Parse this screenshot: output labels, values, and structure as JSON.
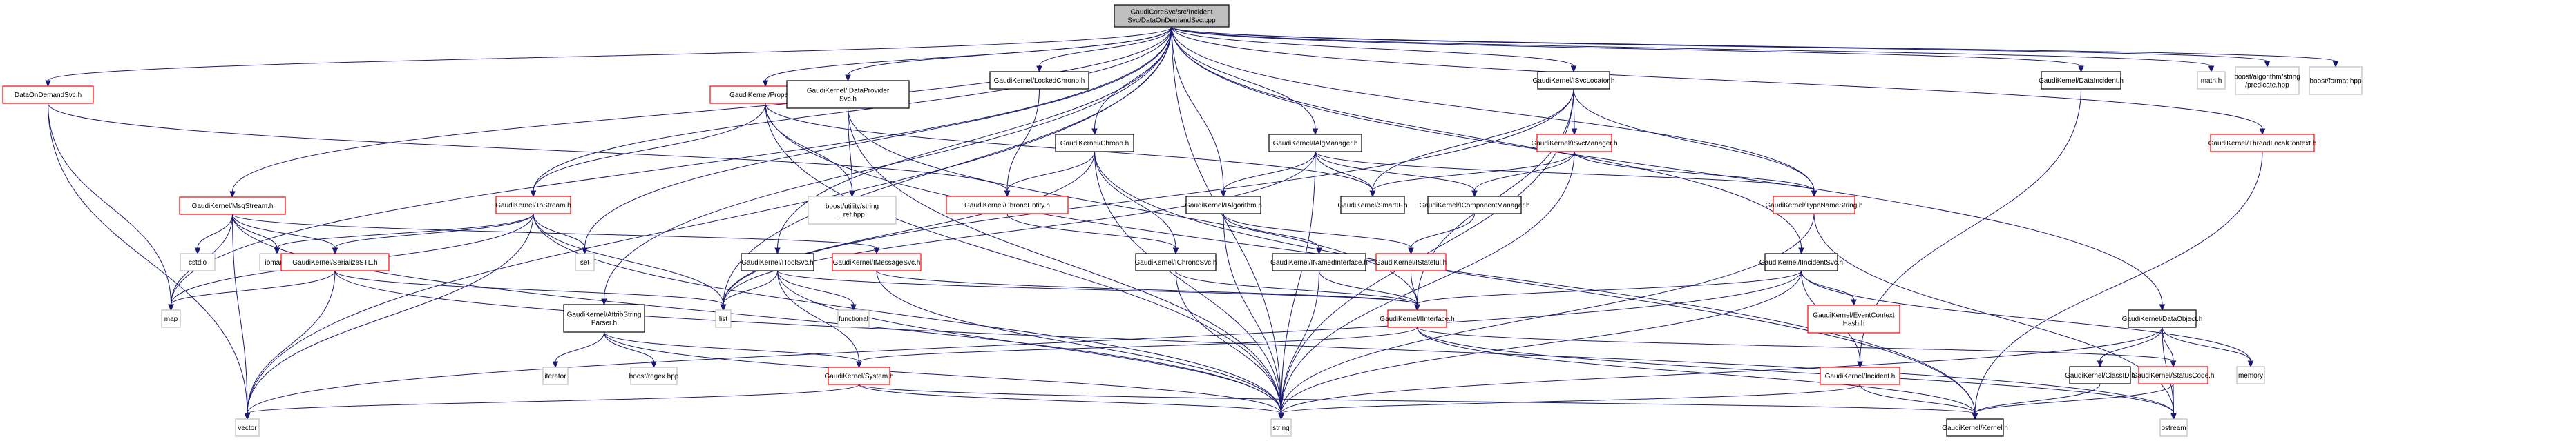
{
  "title": "Include dependency graph for DataOnDemandSvc.cpp",
  "colors": {
    "edge": "#191970",
    "root_fill": "#bfbfbf",
    "root_border": "#000000",
    "documented_border": "#000000",
    "truncated_border": "#ff0000",
    "external_border": "#bfbfbf"
  },
  "nodes": [
    {
      "id": "root",
      "lines": [
        "GaudiCoreSvc/src/Incident",
        "Svc/DataOnDemandSvc.cpp"
      ],
      "kind": "root"
    },
    {
      "id": "DataOnDemandSvc_h",
      "lines": [
        "DataOnDemandSvc.h"
      ],
      "kind": "truncated"
    },
    {
      "id": "MsgStream_h",
      "lines": [
        "GaudiKernel/MsgStream.h"
      ],
      "kind": "truncated"
    },
    {
      "id": "ToStream_h",
      "lines": [
        "GaudiKernel/ToStream.h"
      ],
      "kind": "truncated"
    },
    {
      "id": "Property_h",
      "lines": [
        "GaudiKernel/Property.h"
      ],
      "kind": "truncated"
    },
    {
      "id": "IDataProviderSvc_h",
      "lines": [
        "GaudiKernel/IDataProvider",
        "Svc.h"
      ],
      "kind": "documented"
    },
    {
      "id": "LockedChrono_h",
      "lines": [
        "GaudiKernel/LockedChrono.h"
      ],
      "kind": "documented"
    },
    {
      "id": "Chrono_h",
      "lines": [
        "GaudiKernel/Chrono.h"
      ],
      "kind": "documented"
    },
    {
      "id": "IAlgManager_h",
      "lines": [
        "GaudiKernel/IAlgManager.h"
      ],
      "kind": "documented"
    },
    {
      "id": "ISvcLocator_h",
      "lines": [
        "GaudiKernel/ISvcLocator.h"
      ],
      "kind": "documented"
    },
    {
      "id": "ISvcManager_h",
      "lines": [
        "GaudiKernel/ISvcManager.h"
      ],
      "kind": "truncated"
    },
    {
      "id": "DataIncident_h",
      "lines": [
        "GaudiKernel/DataIncident.h"
      ],
      "kind": "documented"
    },
    {
      "id": "ThreadLocalContext_h",
      "lines": [
        "GaudiKernel/ThreadLocalContext.h"
      ],
      "kind": "truncated"
    },
    {
      "id": "math_h",
      "lines": [
        "math.h"
      ],
      "kind": "external"
    },
    {
      "id": "boost_predicate",
      "lines": [
        "boost/algorithm/string",
        "/predicate.hpp"
      ],
      "kind": "external"
    },
    {
      "id": "boost_format",
      "lines": [
        "boost/format.hpp"
      ],
      "kind": "external"
    },
    {
      "id": "cstdio",
      "lines": [
        "cstdio"
      ],
      "kind": "external"
    },
    {
      "id": "iomanip",
      "lines": [
        "iomanip"
      ],
      "kind": "external"
    },
    {
      "id": "SerializeSTL_h",
      "lines": [
        "GaudiKernel/SerializeSTL.h"
      ],
      "kind": "truncated"
    },
    {
      "id": "set",
      "lines": [
        "set"
      ],
      "kind": "external"
    },
    {
      "id": "boost_string_ref",
      "lines": [
        "boost/utility/string",
        "_ref.hpp"
      ],
      "kind": "external"
    },
    {
      "id": "ChronoEntity_h",
      "lines": [
        "GaudiKernel/ChronoEntity.h"
      ],
      "kind": "truncated"
    },
    {
      "id": "IAlgorithm_h",
      "lines": [
        "GaudiKernel/IAlgorithm.h"
      ],
      "kind": "documented"
    },
    {
      "id": "SmartIF_h",
      "lines": [
        "GaudiKernel/SmartIF.h"
      ],
      "kind": "documented"
    },
    {
      "id": "IComponentManager_h",
      "lines": [
        "GaudiKernel/IComponentManager.h"
      ],
      "kind": "documented"
    },
    {
      "id": "TypeNameString_h",
      "lines": [
        "GaudiKernel/TypeNameString.h"
      ],
      "kind": "truncated"
    },
    {
      "id": "IToolSvc_h",
      "lines": [
        "GaudiKernel/IToolSvc.h"
      ],
      "kind": "documented"
    },
    {
      "id": "IMessageSvc_h",
      "lines": [
        "GaudiKernel/IMessageSvc.h"
      ],
      "kind": "truncated"
    },
    {
      "id": "IChronoSvc_h",
      "lines": [
        "GaudiKernel/IChronoSvc.h"
      ],
      "kind": "documented"
    },
    {
      "id": "INamedInterface_h",
      "lines": [
        "GaudiKernel/INamedInterface.h"
      ],
      "kind": "documented"
    },
    {
      "id": "IStateful_h",
      "lines": [
        "GaudiKernel/IStateful.h"
      ],
      "kind": "truncated"
    },
    {
      "id": "IIncidentSvc_h",
      "lines": [
        "GaudiKernel/IIncidentSvc.h"
      ],
      "kind": "documented"
    },
    {
      "id": "DataObject_h",
      "lines": [
        "GaudiKernel/DataObject.h"
      ],
      "kind": "documented"
    },
    {
      "id": "map",
      "lines": [
        "map"
      ],
      "kind": "external"
    },
    {
      "id": "list",
      "lines": [
        "list"
      ],
      "kind": "external"
    },
    {
      "id": "functional",
      "lines": [
        "functional"
      ],
      "kind": "external"
    },
    {
      "id": "AttribStringParser_h",
      "lines": [
        "GaudiKernel/AttribString",
        "Parser.h"
      ],
      "kind": "documented"
    },
    {
      "id": "IInterface_h",
      "lines": [
        "GaudiKernel/IInterface.h"
      ],
      "kind": "truncated"
    },
    {
      "id": "EventContextHash_h",
      "lines": [
        "GaudiKernel/EventContext",
        "Hash.h"
      ],
      "kind": "truncated"
    },
    {
      "id": "memory",
      "lines": [
        "memory"
      ],
      "kind": "external"
    },
    {
      "id": "iterator",
      "lines": [
        "iterator"
      ],
      "kind": "external"
    },
    {
      "id": "boost_regex",
      "lines": [
        "boost/regex.hpp"
      ],
      "kind": "external"
    },
    {
      "id": "System_h",
      "lines": [
        "GaudiKernel/System.h"
      ],
      "kind": "truncated"
    },
    {
      "id": "Incident_h",
      "lines": [
        "GaudiKernel/Incident.h"
      ],
      "kind": "truncated"
    },
    {
      "id": "ClassID_h",
      "lines": [
        "GaudiKernel/ClassID.h"
      ],
      "kind": "documented"
    },
    {
      "id": "StatusCode_h",
      "lines": [
        "GaudiKernel/StatusCode.h"
      ],
      "kind": "truncated"
    },
    {
      "id": "vector",
      "lines": [
        "vector"
      ],
      "kind": "external"
    },
    {
      "id": "string",
      "lines": [
        "string"
      ],
      "kind": "external"
    },
    {
      "id": "Kernel_h",
      "lines": [
        "GaudiKernel/Kernel.h"
      ],
      "kind": "documented"
    },
    {
      "id": "ostream",
      "lines": [
        "ostream"
      ],
      "kind": "external"
    }
  ],
  "edges": [
    [
      "root",
      "DataOnDemandSvc_h"
    ],
    [
      "root",
      "MsgStream_h"
    ],
    [
      "root",
      "ToStream_h"
    ],
    [
      "root",
      "Property_h"
    ],
    [
      "root",
      "IDataProviderSvc_h"
    ],
    [
      "root",
      "LockedChrono_h"
    ],
    [
      "root",
      "Chrono_h"
    ],
    [
      "root",
      "IAlgManager_h"
    ],
    [
      "root",
      "ISvcLocator_h"
    ],
    [
      "root",
      "DataIncident_h"
    ],
    [
      "root",
      "ThreadLocalContext_h"
    ],
    [
      "root",
      "math_h"
    ],
    [
      "root",
      "boost_predicate"
    ],
    [
      "root",
      "boost_format"
    ],
    [
      "root",
      "IToolSvc_h"
    ],
    [
      "root",
      "IAlgorithm_h"
    ],
    [
      "root",
      "IIncidentSvc_h"
    ],
    [
      "root",
      "DataObject_h"
    ],
    [
      "root",
      "TypeNameString_h"
    ],
    [
      "root",
      "set"
    ],
    [
      "root",
      "AttribStringParser_h"
    ],
    [
      "root",
      "map"
    ],
    [
      "root",
      "string"
    ],
    [
      "root",
      "vector"
    ],
    [
      "root",
      "list"
    ],
    [
      "DataOnDemandSvc_h",
      "map"
    ],
    [
      "DataOnDemandSvc_h",
      "vector"
    ],
    [
      "DataOnDemandSvc_h",
      "ChronoEntity_h"
    ],
    [
      "MsgStream_h",
      "cstdio"
    ],
    [
      "MsgStream_h",
      "iomanip"
    ],
    [
      "MsgStream_h",
      "SerializeSTL_h"
    ],
    [
      "MsgStream_h",
      "map"
    ],
    [
      "MsgStream_h",
      "string"
    ],
    [
      "MsgStream_h",
      "vector"
    ],
    [
      "MsgStream_h",
      "IMessageSvc_h"
    ],
    [
      "ToStream_h",
      "iomanip"
    ],
    [
      "ToStream_h",
      "SerializeSTL_h"
    ],
    [
      "ToStream_h",
      "map"
    ],
    [
      "ToStream_h",
      "set"
    ],
    [
      "ToStream_h",
      "list"
    ],
    [
      "ToStream_h",
      "vector"
    ],
    [
      "ToStream_h",
      "string"
    ],
    [
      "Property_h",
      "ToStream_h"
    ],
    [
      "Property_h",
      "boost_string_ref"
    ],
    [
      "Property_h",
      "string"
    ],
    [
      "Property_h",
      "SmartIF_h"
    ],
    [
      "Property_h",
      "Kernel_h"
    ],
    [
      "IDataProviderSvc_h",
      "boost_string_ref"
    ],
    [
      "IDataProviderSvc_h",
      "string"
    ],
    [
      "IDataProviderSvc_h",
      "IInterface_h"
    ],
    [
      "LockedChrono_h",
      "ChronoEntity_h"
    ],
    [
      "Chrono_h",
      "ChronoEntity_h"
    ],
    [
      "Chrono_h",
      "IChronoSvc_h"
    ],
    [
      "Chrono_h",
      "string"
    ],
    [
      "Chrono_h",
      "list"
    ],
    [
      "Chrono_h",
      "Kernel_h"
    ],
    [
      "IAlgManager_h",
      "IAlgorithm_h"
    ],
    [
      "IAlgManager_h",
      "SmartIF_h"
    ],
    [
      "IAlgManager_h",
      "IComponentManager_h"
    ],
    [
      "IAlgManager_h",
      "TypeNameString_h"
    ],
    [
      "IAlgManager_h",
      "string"
    ],
    [
      "IAlgManager_h",
      "list"
    ],
    [
      "ISvcLocator_h",
      "ISvcManager_h"
    ],
    [
      "ISvcLocator_h",
      "SmartIF_h"
    ],
    [
      "ISvcLocator_h",
      "TypeNameString_h"
    ],
    [
      "ISvcLocator_h",
      "IInterface_h"
    ],
    [
      "ISvcLocator_h",
      "string"
    ],
    [
      "ISvcLocator_h",
      "list"
    ],
    [
      "ISvcManager_h",
      "SmartIF_h"
    ],
    [
      "ISvcManager_h",
      "IComponentManager_h"
    ],
    [
      "ISvcManager_h",
      "TypeNameString_h"
    ],
    [
      "ISvcManager_h",
      "string"
    ],
    [
      "DataIncident_h",
      "Incident_h"
    ],
    [
      "ThreadLocalContext_h",
      "Kernel_h"
    ],
    [
      "SerializeSTL_h",
      "map"
    ],
    [
      "SerializeSTL_h",
      "vector"
    ],
    [
      "SerializeSTL_h",
      "list"
    ],
    [
      "SerializeSTL_h",
      "ostream"
    ],
    [
      "ChronoEntity_h",
      "IChronoSvc_h"
    ],
    [
      "IAlgorithm_h",
      "INamedInterface_h"
    ],
    [
      "IAlgorithm_h",
      "IStateful_h"
    ],
    [
      "IAlgorithm_h",
      "string"
    ],
    [
      "IComponentManager_h",
      "IStateful_h"
    ],
    [
      "TypeNameString_h",
      "string"
    ],
    [
      "TypeNameString_h",
      "ostream"
    ],
    [
      "IToolSvc_h",
      "list"
    ],
    [
      "IToolSvc_h",
      "functional"
    ],
    [
      "IToolSvc_h",
      "System_h"
    ],
    [
      "IToolSvc_h",
      "string"
    ],
    [
      "IToolSvc_h",
      "IInterface_h"
    ],
    [
      "IMessageSvc_h",
      "IInterface_h"
    ],
    [
      "IMessageSvc_h",
      "string"
    ],
    [
      "IChronoSvc_h",
      "IInterface_h"
    ],
    [
      "IChronoSvc_h",
      "string"
    ],
    [
      "INamedInterface_h",
      "IInterface_h"
    ],
    [
      "INamedInterface_h",
      "string"
    ],
    [
      "IStateful_h",
      "IInterface_h"
    ],
    [
      "IIncidentSvc_h",
      "EventContextHash_h"
    ],
    [
      "IIncidentSvc_h",
      "Incident_h"
    ],
    [
      "IIncidentSvc_h",
      "IInterface_h"
    ],
    [
      "IIncidentSvc_h",
      "string"
    ],
    [
      "IIncidentSvc_h",
      "vector"
    ],
    [
      "IIncidentSvc_h",
      "memory"
    ],
    [
      "IInterface_h",
      "System_h"
    ],
    [
      "IInterface_h",
      "StatusCode_h"
    ],
    [
      "IInterface_h",
      "Kernel_h"
    ],
    [
      "IInterface_h",
      "ostream"
    ],
    [
      "AttribStringParser_h",
      "iterator"
    ],
    [
      "AttribStringParser_h",
      "boost_regex"
    ],
    [
      "AttribStringParser_h",
      "System_h"
    ],
    [
      "AttribStringParser_h",
      "string"
    ],
    [
      "System_h",
      "string"
    ],
    [
      "System_h",
      "vector"
    ],
    [
      "System_h",
      "Kernel_h"
    ],
    [
      "Incident_h",
      "string"
    ],
    [
      "Incident_h",
      "Kernel_h"
    ],
    [
      "DataObject_h",
      "ClassID_h"
    ],
    [
      "DataObject_h",
      "StatusCode_h"
    ],
    [
      "DataObject_h",
      "memory"
    ],
    [
      "DataObject_h",
      "string"
    ],
    [
      "DataObject_h",
      "ostream"
    ],
    [
      "ClassID_h",
      "Kernel_h"
    ],
    [
      "StatusCode_h",
      "Kernel_h"
    ],
    [
      "StatusCode_h",
      "ostream"
    ]
  ]
}
